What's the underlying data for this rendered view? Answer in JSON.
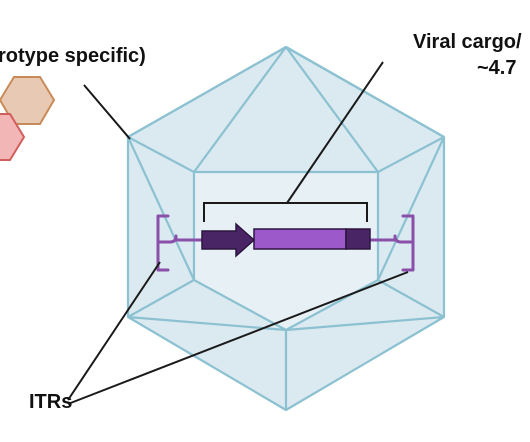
{
  "labels": {
    "serotype": "rotype specific)",
    "cargo_line1": "Viral cargo/",
    "cargo_line2": "~4.7",
    "itrs": "ITRs"
  },
  "colors": {
    "capsid_fill": "#dbe9f0",
    "capsid_stroke": "#8cc1d1",
    "itr": "#8a4fa8",
    "promoter": "#4a2566",
    "gene": "#9b59c9",
    "polyA": "#4a2566",
    "hexagon_tan": "#e8c9b3",
    "hexagon_pink": "#f3b6b6"
  },
  "icons": [
    "capsid-icon",
    "itr-left-icon",
    "itr-right-icon",
    "promoter-arrow-icon",
    "transgene-bar-icon",
    "polya-block-icon",
    "hexagon-icon"
  ]
}
